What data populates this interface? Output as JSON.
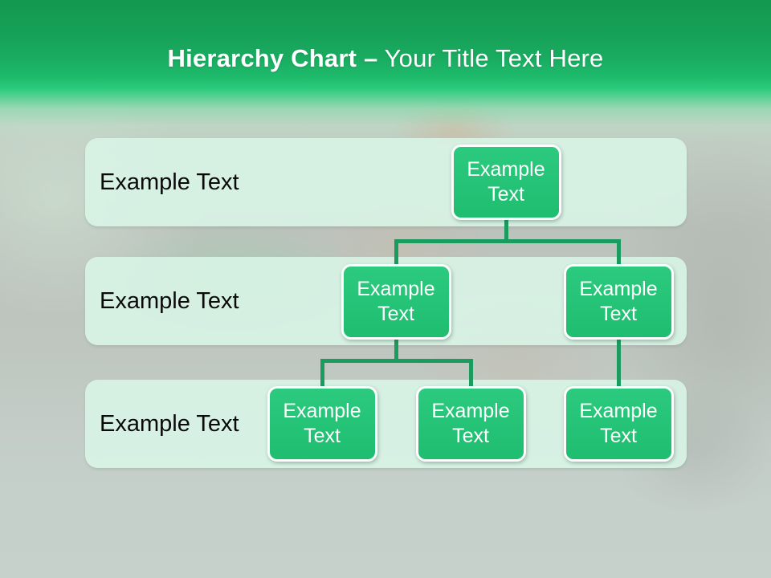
{
  "title": {
    "bold": "Hierarchy Chart",
    "separator": "–",
    "regular": "Your Title Text Here"
  },
  "rows": [
    {
      "label": "Example Text",
      "nodes": [
        {
          "text": "Example Text"
        }
      ]
    },
    {
      "label": "Example Text",
      "nodes": [
        {
          "text": "Example Text"
        },
        {
          "text": "Example Text"
        }
      ]
    },
    {
      "label": "Example Text",
      "nodes": [
        {
          "text": "Example Text"
        },
        {
          "text": "Example Text"
        },
        {
          "text": "Example Text"
        }
      ]
    }
  ],
  "colors": {
    "header_green_top": "#14994f",
    "header_green_bottom": "#2bcb7d",
    "band_mint": "#d8f4e5",
    "node_fill": "#21c175",
    "node_border": "#fbfdfc",
    "connector_green": "#1a9c5f",
    "title_text": "#ffffff",
    "label_text": "#0a0a0a"
  }
}
